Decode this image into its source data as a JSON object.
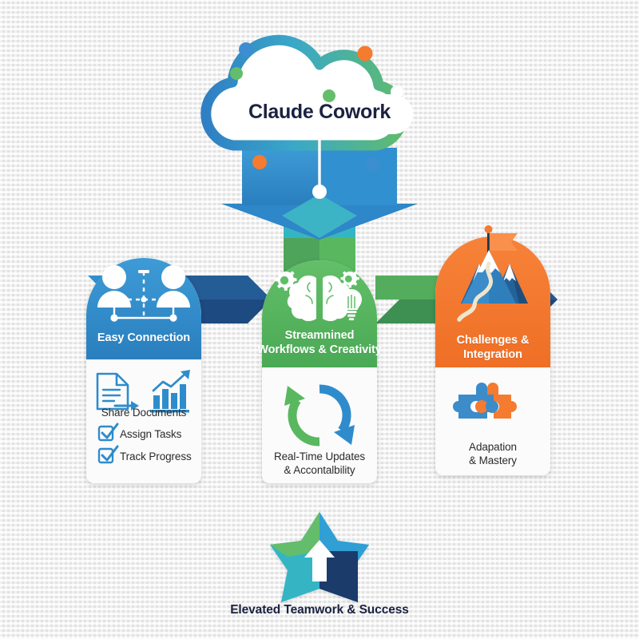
{
  "brand": {
    "title": "Claude Cowork",
    "title_color": "#1b2240",
    "cloud_stroke_start": "#2f7fc4",
    "cloud_stroke_mid": "#3aa8c8",
    "cloud_stroke_end": "#5fbb6e"
  },
  "palette": {
    "blue": "#2f8ccc",
    "blue_dark": "#1d4a80",
    "navy": "#1c3f6e",
    "teal": "#35b5c4",
    "green": "#59b85f",
    "green_dark": "#3d8f52",
    "orange": "#f47b30",
    "background": "#ebebeb",
    "text_dark": "#2b2b2b"
  },
  "dots": [
    {
      "name": "dot-blue-top-left",
      "color": "#3d8ed1"
    },
    {
      "name": "dot-orange-top-right",
      "color": "#f47b30"
    },
    {
      "name": "dot-green-left",
      "color": "#64bd6b"
    },
    {
      "name": "dot-orange-bottom-left",
      "color": "#f47b30"
    },
    {
      "name": "dot-blue-bottom-right",
      "color": "#3d8ed1"
    },
    {
      "name": "dot-green-center",
      "color": "#64bd6b"
    },
    {
      "name": "dot-white-right",
      "color": "#ffffff"
    },
    {
      "name": "dot-white-left",
      "color": "#ffffff"
    },
    {
      "name": "dot-white-connector",
      "color": "#ffffff"
    }
  ],
  "cards": [
    {
      "id": "easy-connection",
      "title": "Easy Connection",
      "header_color": "#2f8ccc",
      "icon": "two-people-network-icon",
      "body_icons": [
        "share-document-icon",
        "growth-chart-icon"
      ],
      "caption": "Share Documents",
      "items": [
        {
          "label": "Assign Tasks",
          "icon": "checkbox-checked-icon"
        },
        {
          "label": "Track Progress",
          "icon": "checkbox-checked-icon"
        }
      ]
    },
    {
      "id": "streamlined-workflows",
      "title_line1": "Streamnined",
      "title_line2": "Workflows & Creativity",
      "header_color": "#59b85f",
      "icon": "brain-gears-lightbulb-icon",
      "body_icons": [
        "refresh-cycle-icon"
      ],
      "caption_line1": "Real-Time Updates",
      "caption_line2": "& Accontalbility",
      "items": []
    },
    {
      "id": "challenges-integration",
      "title_line1": "Challenges &",
      "title_line2": "Integration",
      "header_color": "#f47b30",
      "icon": "mountain-summit-flag-icon",
      "body_icons": [
        "puzzle-pieces-icon"
      ],
      "caption_line1": "Adapation",
      "caption_line2": "& Mastery",
      "items": []
    }
  ],
  "footer": {
    "title": "Elevated Teamwork & Success",
    "icon": "star-up-arrow-icon"
  }
}
